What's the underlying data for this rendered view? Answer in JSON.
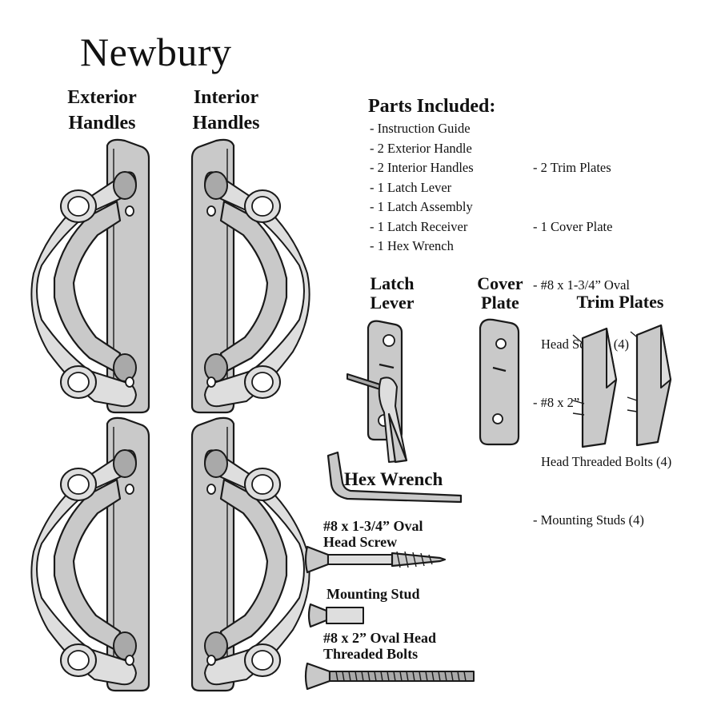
{
  "title": "Newbury",
  "headers": {
    "exterior": [
      "Exterior",
      "Handles"
    ],
    "interior": [
      "Interior",
      "Handles"
    ]
  },
  "parts": {
    "heading": "Parts Included:",
    "left": [
      "- Instruction Guide",
      "- 2 Exterior Handle",
      "- 2 Interior Handles",
      "- 1 Latch Lever",
      "- 1 Latch Assembly",
      "- 1 Latch Receiver",
      "- 1 Hex Wrench"
    ],
    "right": [
      "- 2 Trim Plates",
      "- 1 Cover Plate",
      "- #8 x 1-3/4” Oval",
      "  Head Screws (4)",
      "- #8 x 2” Oval",
      "  Head Threaded Bolts (4)",
      "- Mounting Studs (4)"
    ]
  },
  "labels": {
    "latch_lever": [
      "Latch",
      "Lever"
    ],
    "cover_plate": [
      "Cover",
      "Plate"
    ],
    "trim_plates": "Trim Plates",
    "hex_wrench": "Hex Wrench",
    "oval_screw": [
      "#8 x 1-3/4” Oval",
      "Head Screw"
    ],
    "mounting_stud": "Mounting Stud",
    "threaded_bolts": [
      "#8 x 2” Oval Head",
      "Threaded Bolts"
    ]
  },
  "colors": {
    "metal": "#c9c9c9",
    "outline": "#1a1a1a",
    "background": "#ffffff"
  }
}
